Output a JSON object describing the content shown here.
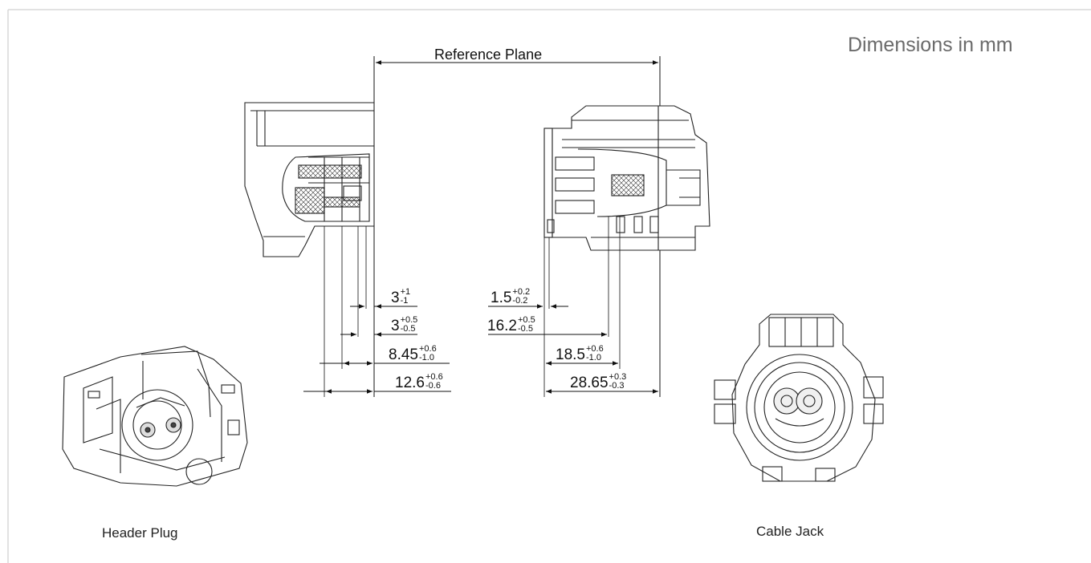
{
  "units_note": "Dimensions in mm",
  "reference_plane": "Reference Plane",
  "captions": {
    "left": "Header Plug",
    "right": "Cable Jack"
  },
  "dimensions": {
    "left": [
      {
        "nominal": "3",
        "upper": "+1",
        "lower": "-1"
      },
      {
        "nominal": "3",
        "upper": "+0.5",
        "lower": "-0.5"
      },
      {
        "nominal": "8.45",
        "upper": "+0.6",
        "lower": "-1.0"
      },
      {
        "nominal": "12.6",
        "upper": "+0.6",
        "lower": "-0.6"
      }
    ],
    "right": [
      {
        "nominal": "1.5",
        "upper": "+0.2",
        "lower": "-0.2"
      },
      {
        "nominal": "16.2",
        "upper": "+0.5",
        "lower": "-0.5"
      },
      {
        "nominal": "18.5",
        "upper": "+0.6",
        "lower": "-1.0"
      },
      {
        "nominal": "28.65",
        "upper": "+0.3",
        "lower": "-0.3"
      }
    ]
  }
}
